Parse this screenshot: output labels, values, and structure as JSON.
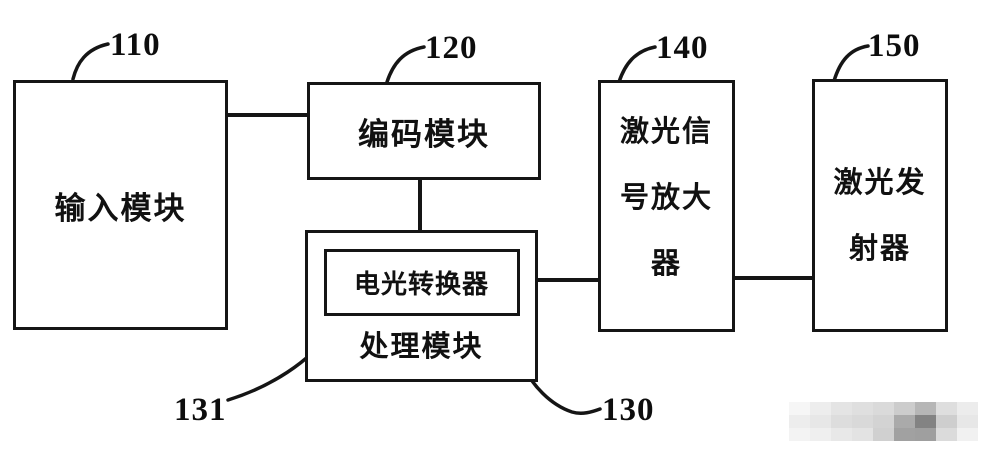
{
  "figure": {
    "type": "patent-block-diagram",
    "background_color": "#ffffff",
    "line_color": "#151515"
  },
  "blocks": {
    "input": {
      "ref": "110",
      "label": "输入模块"
    },
    "encoding": {
      "ref": "120",
      "label": "编码模块"
    },
    "processing": {
      "ref": "130",
      "label": "处理模块"
    },
    "converter": {
      "ref": "131",
      "label": "电光转换器"
    },
    "amplifier": {
      "ref": "140",
      "lines": [
        "激光信",
        "号放大",
        "器"
      ]
    },
    "emitter": {
      "ref": "150",
      "lines": [
        "激光发",
        "射器"
      ]
    }
  },
  "connections": [
    {
      "from": "110",
      "to": "120",
      "style": "horizontal"
    },
    {
      "from": "120",
      "to": "130",
      "style": "vertical"
    },
    {
      "from": "130",
      "to": "140",
      "style": "horizontal"
    },
    {
      "from": "140",
      "to": "150",
      "style": "horizontal"
    }
  ],
  "watermark": {
    "kind": "pixelated-mosaic",
    "rows": [
      [
        "#f6f6f6",
        "#ededed",
        "#e3e3e3",
        "#dedede",
        "#d9d9d9",
        "#cacaca",
        "#b3b3b3",
        "#dddddd",
        "#ebebeb"
      ],
      [
        "#ededed",
        "#e6e6e6",
        "#dcdcdc",
        "#d8d8d8",
        "#d1d1d1",
        "#a6a6a6",
        "#7d7d7d",
        "#cccccc",
        "#e6e6e6"
      ],
      [
        "#f3f3f3",
        "#efefef",
        "#e7e7e7",
        "#e2e2e2",
        "#cecece",
        "#9c9c9c",
        "#9a9a9a",
        "#dadada",
        "#f1f1f1"
      ]
    ]
  }
}
